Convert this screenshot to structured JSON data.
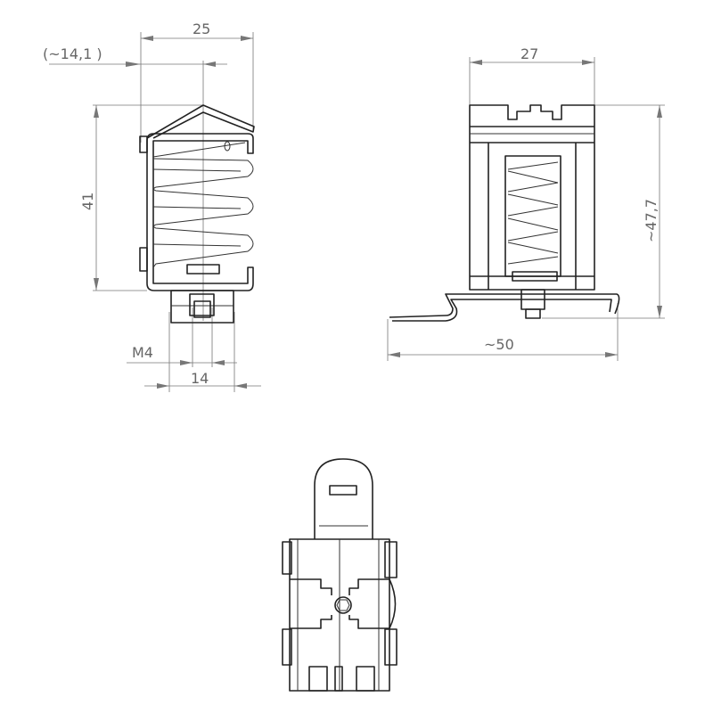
{
  "side_view": {
    "dim_width": "25",
    "dim_offset": "(~14,1 )",
    "dim_height": "41",
    "dim_thread": "M4",
    "dim_base": "14"
  },
  "front_view": {
    "dim_width": "27",
    "dim_height": "~47,7",
    "dim_rail": "~50"
  },
  "colors": {
    "line": "#222222",
    "dimension": "#777777"
  }
}
